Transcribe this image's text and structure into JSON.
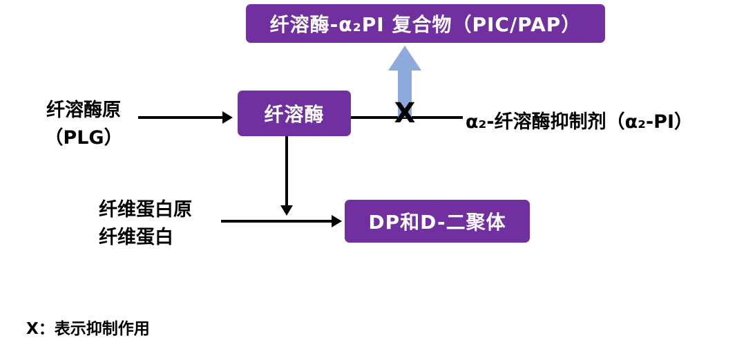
{
  "diagram": {
    "complex_box": "纤溶酶-α₂PI 复合物（PIC/PAP）",
    "plasmin_box": "纤溶酶",
    "ddimer_box": "DP和D-二聚体",
    "plasminogen": [
      "纤溶酶原",
      "（PLG）"
    ],
    "fibrin": [
      "纤维蛋白原",
      "纤维蛋白"
    ],
    "inhibitor": "α₂-纤溶酶抑制剂（α₂-PI）",
    "x_mark": "X",
    "legend": "X：表示抑制作用"
  },
  "colors": {
    "box_fill": "#7030A0",
    "box_text": "#FFFFFF",
    "inhibition_arrow": "#8EA9DB",
    "line": "#000000",
    "bg": "#FFFFFF"
  }
}
